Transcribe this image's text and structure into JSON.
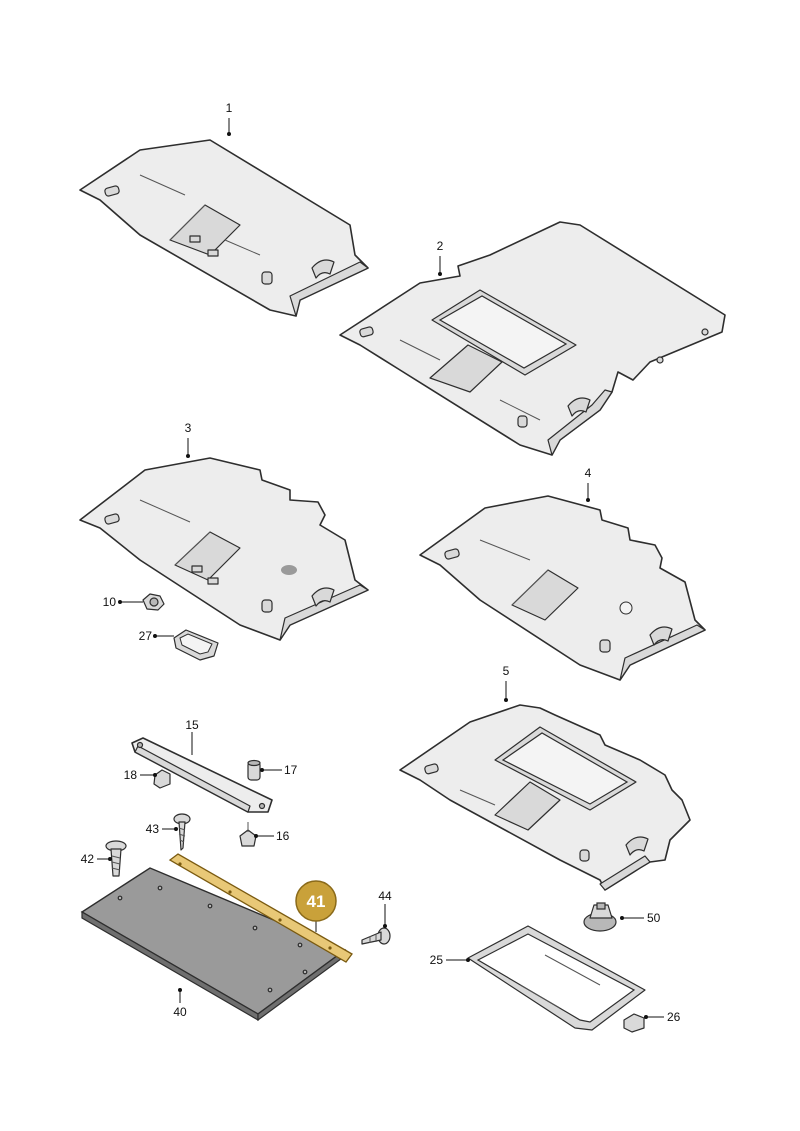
{
  "diagram": {
    "callouts": {
      "p1": "1",
      "p2": "2",
      "p3": "3",
      "p4": "4",
      "p5": "5",
      "p10": "10",
      "p27": "27",
      "p15": "15",
      "p17": "17",
      "p18": "18",
      "p16": "16",
      "p43": "43",
      "p42": "42",
      "p44": "44",
      "p40": "40",
      "p50": "50",
      "p25": "25",
      "p26": "26"
    },
    "highlight": {
      "label": "41",
      "color": "#c9a13a"
    }
  }
}
